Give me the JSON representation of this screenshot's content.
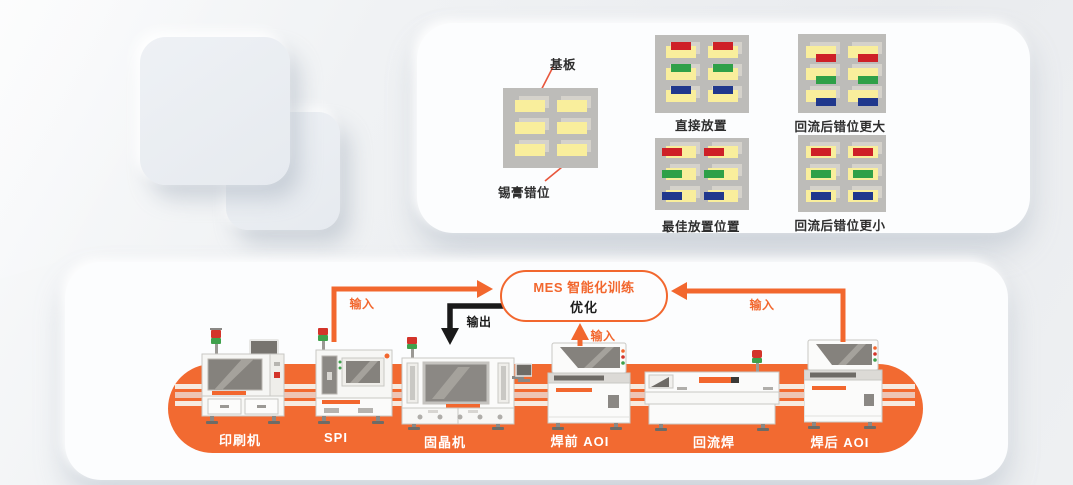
{
  "colors": {
    "accent_orange": "#F2672E",
    "stadium_orange": "#F26A31",
    "chip_red": "#CE2027",
    "chip_green": "#2FA048",
    "chip_blue": "#20388D",
    "pad_yellow": "#F9EE9C",
    "pad_shadow_gray": "#D5D2CB",
    "board_gray": "#BDBCB9"
  },
  "defect_panel": {
    "substrate_label": "基板",
    "paste_offset_label": "锡膏错位",
    "boards": [
      {
        "caption": "直接放置",
        "chip_mode": "top"
      },
      {
        "caption": "回流后错位更大",
        "chip_mode": "bottom_right"
      },
      {
        "caption": "最佳放置位置",
        "chip_mode": "left"
      },
      {
        "caption": "回流后错位更小",
        "chip_mode": "center"
      }
    ]
  },
  "line_panel": {
    "mes_bubble": {
      "title": "MES 智能化训练",
      "subtitle": "优化"
    },
    "arrow_labels": {
      "input_spi": "输入",
      "output_mes": "输出",
      "input_pre_aoi": "输入",
      "input_post_aoi": "输入"
    },
    "machines": [
      {
        "name": "印刷机"
      },
      {
        "name": "SPI"
      },
      {
        "name": "固晶机"
      },
      {
        "name": "焊前 AOI"
      },
      {
        "name": "回流焊"
      },
      {
        "name": "焊后 AOI"
      }
    ]
  }
}
